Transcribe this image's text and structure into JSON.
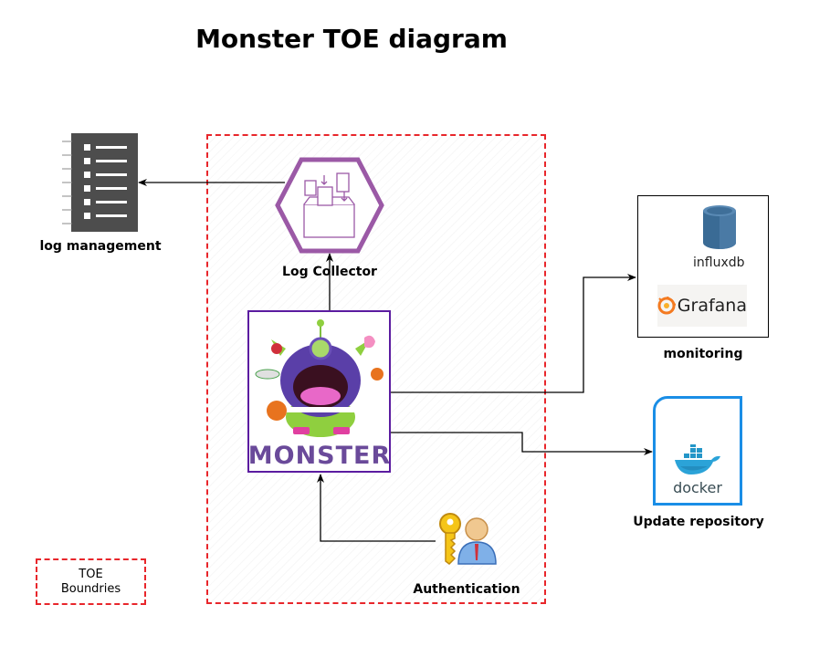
{
  "title": "Monster TOE diagram",
  "nodes": {
    "log_management": {
      "label": "log management",
      "icon": "log-document-icon"
    },
    "log_collector": {
      "label": "Log Collector",
      "icon": "log-collector-hexagon-icon",
      "color": "#9b59a6"
    },
    "monster": {
      "label": "MONSTER",
      "icon": "monster-logo-icon",
      "border_color": "#5b1ca0"
    },
    "monitoring": {
      "label": "monitoring",
      "influxdb_label": "influxdb",
      "grafana_label": "Grafana"
    },
    "update_repository": {
      "label": "Update repository",
      "docker_label": "docker",
      "border_color": "#1a8ee6"
    },
    "authentication": {
      "label": "Authentication",
      "icon": "key-user-icon"
    }
  },
  "legend": {
    "line1": "TOE",
    "line2": "Boundries",
    "color": "#e8262b"
  },
  "edges": [
    {
      "from": "log_collector",
      "to": "log_management"
    },
    {
      "from": "monster",
      "to": "log_collector"
    },
    {
      "from": "monster",
      "to": "monitoring"
    },
    {
      "from": "monster",
      "to": "update_repository"
    },
    {
      "from": "authentication",
      "to": "monster"
    }
  ]
}
